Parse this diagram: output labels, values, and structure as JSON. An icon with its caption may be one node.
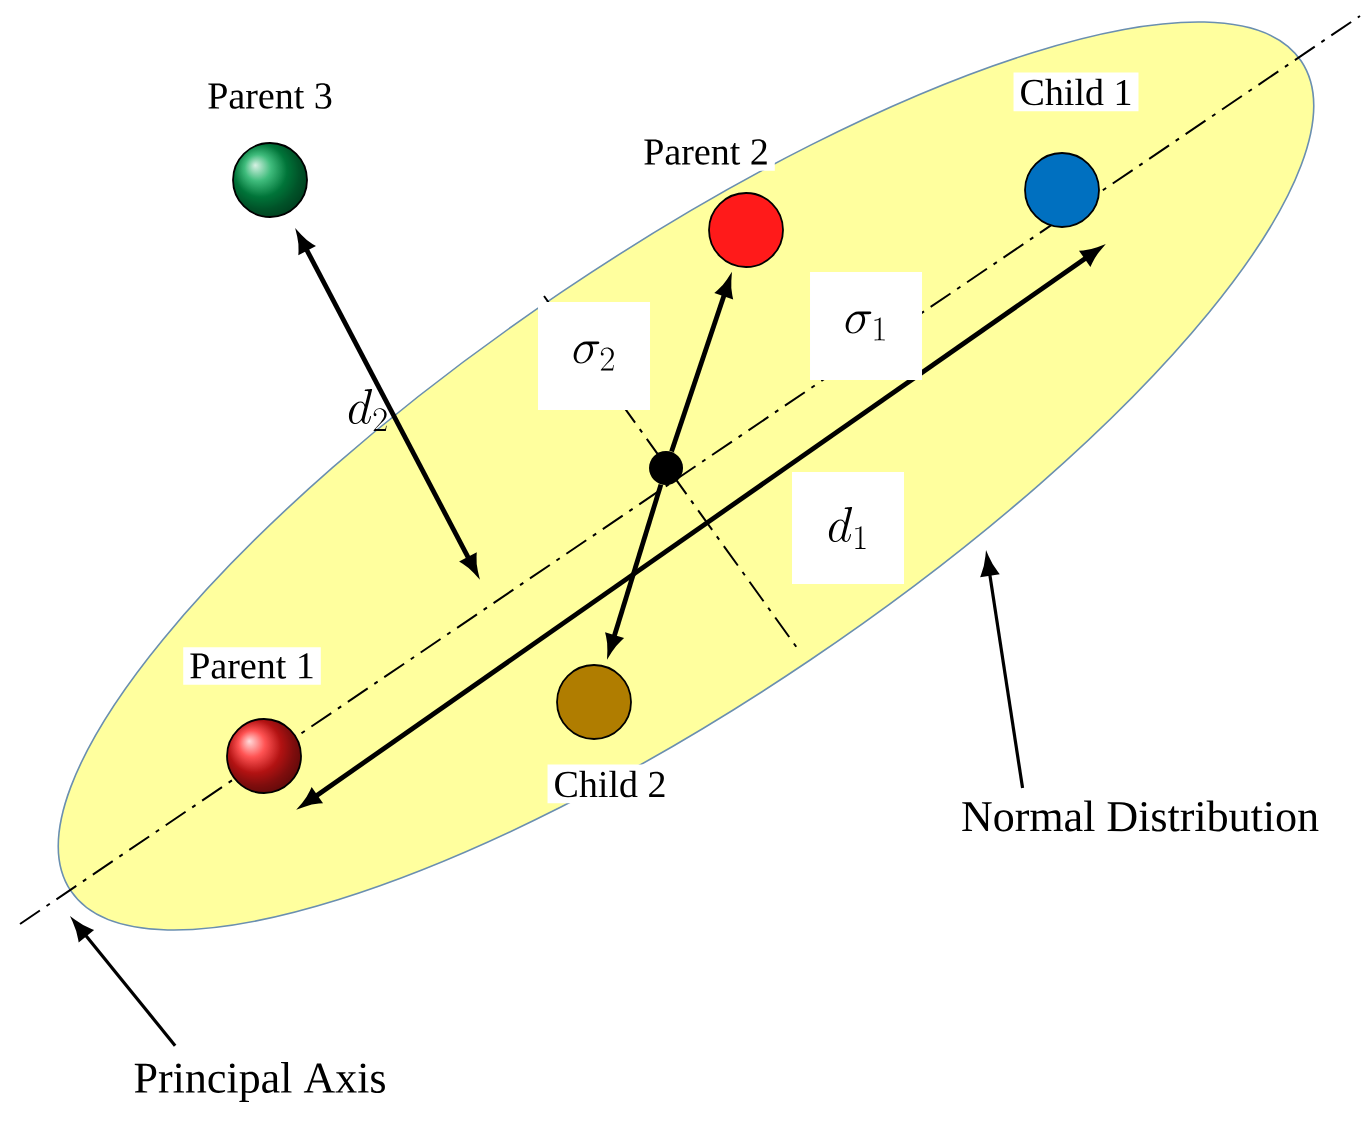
{
  "diagram": {
    "nodes": [
      {
        "text": [],
        "shape": "ellipse"
      },
      {
        "text": [
          "Parent 3"
        ]
      },
      {
        "text": [
          "Parent 2"
        ],
        "in": 0
      },
      {
        "text": [
          "Child 1"
        ],
        "in": 0
      },
      {
        "text": [],
        "shape": "circle",
        "in": 0
      },
      {
        "text": [
          "Parent 1"
        ],
        "in": 0
      },
      {
        "text": [
          "Child 2"
        ],
        "in": 0
      },
      {
        "text": [
          "Normal Distribution"
        ]
      },
      {
        "text": [
          "Principal Axis"
        ]
      }
    ],
    "edges": [
      {
        "from": 1,
        "to": null,
        "arrow": "both",
        "label": "d_2"
      },
      {
        "from": 5,
        "to": 3,
        "arrow": "both",
        "label": "d_1"
      },
      {
        "from": 4,
        "to": 2,
        "arrow": "to"
      },
      {
        "from": 4,
        "to": 6,
        "arrow": "to"
      },
      {
        "from": 7,
        "to": 0,
        "arrow": "to"
      },
      {
        "from": 8,
        "to": 0,
        "arrow": "to"
      }
    ],
    "labels": [
      "\\sigma_1",
      "\\sigma_2"
    ]
  }
}
